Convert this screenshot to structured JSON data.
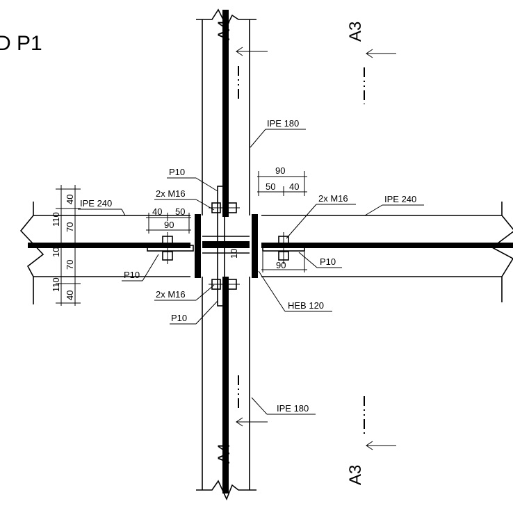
{
  "title": "D P1",
  "section_marks": {
    "a3": "A3",
    "a4": "A4"
  },
  "labels": {
    "column": "IPE 180",
    "beam": "IPE 240",
    "plate": "P10",
    "bolts": "2x M16",
    "column_stub": "HEB 120"
  },
  "dimensions": {
    "d40": "40",
    "d50": "50",
    "d70": "70",
    "d90": "90",
    "d110": "110",
    "d10": "10"
  }
}
